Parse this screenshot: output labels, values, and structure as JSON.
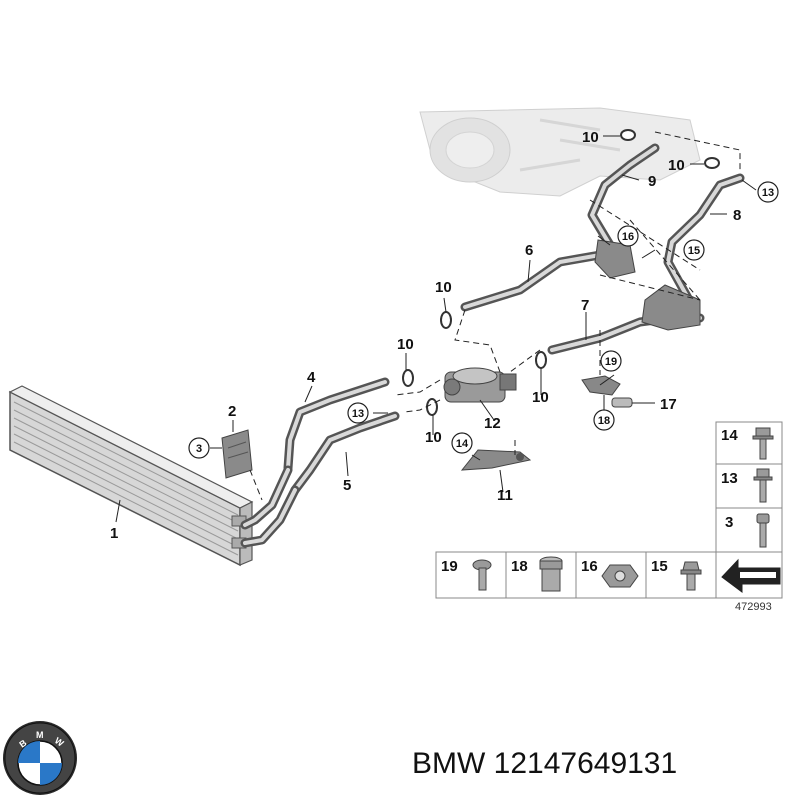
{
  "diagram": {
    "part_labels": {
      "p1": "1",
      "p2": "2",
      "p3": "3",
      "p4": "4",
      "p5": "5",
      "p6": "6",
      "p7": "7",
      "p8": "8",
      "p9": "9",
      "p10a": "10",
      "p10b": "10",
      "p10c": "10",
      "p10d": "10",
      "p10e": "10",
      "p10f": "10",
      "p11": "11",
      "p12": "12",
      "p17": "17"
    },
    "circled_labels": {
      "c3": "3",
      "c13a": "13",
      "c13b": "13",
      "c14": "14",
      "c15": "15",
      "c16": "16",
      "c18": "18",
      "c19": "19"
    },
    "legend": {
      "right_column": [
        "14",
        "13",
        "3"
      ],
      "bottom_row": [
        "19",
        "18",
        "16",
        "15"
      ]
    },
    "document_number": "472993"
  },
  "brand": {
    "logo_text": "BMW",
    "caption": "BMW 12147649131"
  }
}
